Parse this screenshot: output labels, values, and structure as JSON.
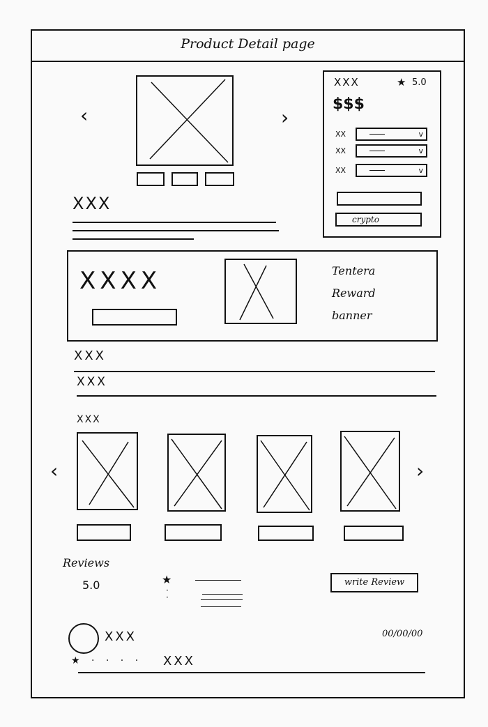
{
  "header": {
    "title": "Product Detail page"
  },
  "gallery": {
    "prev_icon": "chevron-left-icon",
    "next_icon": "chevron-right-icon"
  },
  "product": {
    "name": "XXX"
  },
  "purchase_panel": {
    "name": "XXX",
    "rating": "5.0",
    "price": "$$$",
    "options": [
      {
        "label": "XX",
        "value": "~",
        "check": "v"
      },
      {
        "label": "XX",
        "value": "~",
        "check": "v"
      },
      {
        "label": "XX",
        "value": "~",
        "check": "v"
      }
    ],
    "crypto_button": "crypto"
  },
  "banner": {
    "heading": "XXXX",
    "caption_lines": [
      "Tentera",
      "Reward",
      "banner"
    ]
  },
  "info": {
    "line1": "XXX",
    "line2": "XXX"
  },
  "related": {
    "heading": "XXX",
    "prev_icon": "chevron-left-icon",
    "next_icon": "chevron-right-icon"
  },
  "reviews": {
    "heading": "Reviews",
    "score": "5.0",
    "write_button": "write Review",
    "item": {
      "name": "XXX",
      "date": "00/00/00",
      "stars": "★ · · · ·",
      "text": "XXX"
    }
  }
}
